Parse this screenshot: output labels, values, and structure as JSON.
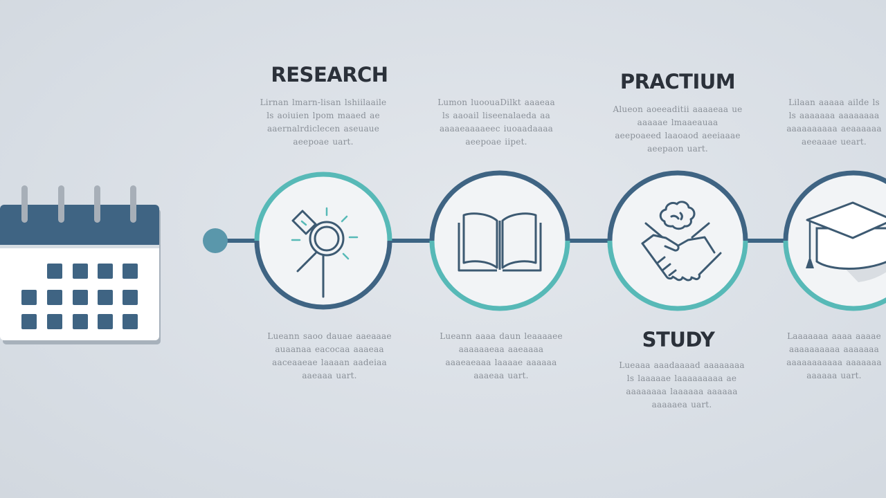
{
  "colors": {
    "background": "#d9dee4",
    "navy": "#3f6483",
    "teal": "#57b9b7",
    "ink": "#3d5a72",
    "heading": "#2b313a",
    "placeholder_text": "#8a9098",
    "connector_dot": "#5a97ab"
  },
  "timeline": {
    "steps": [
      {
        "name": "research",
        "icon": "magnifier-icon",
        "heading": "RESEARCH",
        "text_above": [
          "Lirnan lmarn-lisan lshiilaaile",
          "ls aoiuien lpom maaed ae",
          "aaernalrdiclecen aseuaue",
          "aeepoae uart."
        ],
        "text_below": [
          "Lueann saoo dauae aaeaaae",
          "auaanaa eacocaa aaaeaa",
          "aaceaaeae laaaan aadeiaa",
          "aaeaaa uart."
        ]
      },
      {
        "name": "reading",
        "icon": "open-book-icon",
        "heading": "",
        "text_above": [
          "Lumon luoouaDilkt aaaeaa",
          "ls aaoail liseenalaeda aa",
          "aaaaeaaaaeec iuoaadaaaa",
          "aeepoae iipet."
        ],
        "text_below": [
          "Lueann aaaa daun leaaaaee",
          "aaaaaaeaa aaeaaaa",
          "aaaeaeaaa laaaae aaaaaa",
          "aaaeaa uart."
        ]
      },
      {
        "name": "practium",
        "icon": "handshake-icon",
        "heading": "PRACTIUM",
        "text_above": [
          "Alueon aoeeaditii aaaaeaa ue",
          "aaaaae lmaaeauaa",
          "aeepoaeed laaoaod aeeiaaae",
          "aeepaon uart."
        ],
        "text_below": [],
        "heading_below": "STUDY",
        "text_below_2": [
          "Lueaaa aaadaaaad aaaaaaaa",
          "ls laaaaae laaaaaaaaa ae",
          "aaaaaaaa laaaaaa aaaaaa",
          "aaaaaea uart."
        ]
      },
      {
        "name": "graduation",
        "icon": "graduation-cap-icon",
        "heading": "",
        "text_above": [
          "Lilaan aaaaa ailde ls",
          "ls aaaaaaa aaaaaaaa",
          "aaaaaaaaaa aeaaaaaa",
          "aeeaaae ueart."
        ],
        "text_below": [
          "Laaaaaaa aaaa aaaae",
          "aaaaaaaaaa aaaaaaa",
          "aaaaaaaaaaa aaaaaaa",
          "aaaaaa uart."
        ]
      }
    ]
  }
}
